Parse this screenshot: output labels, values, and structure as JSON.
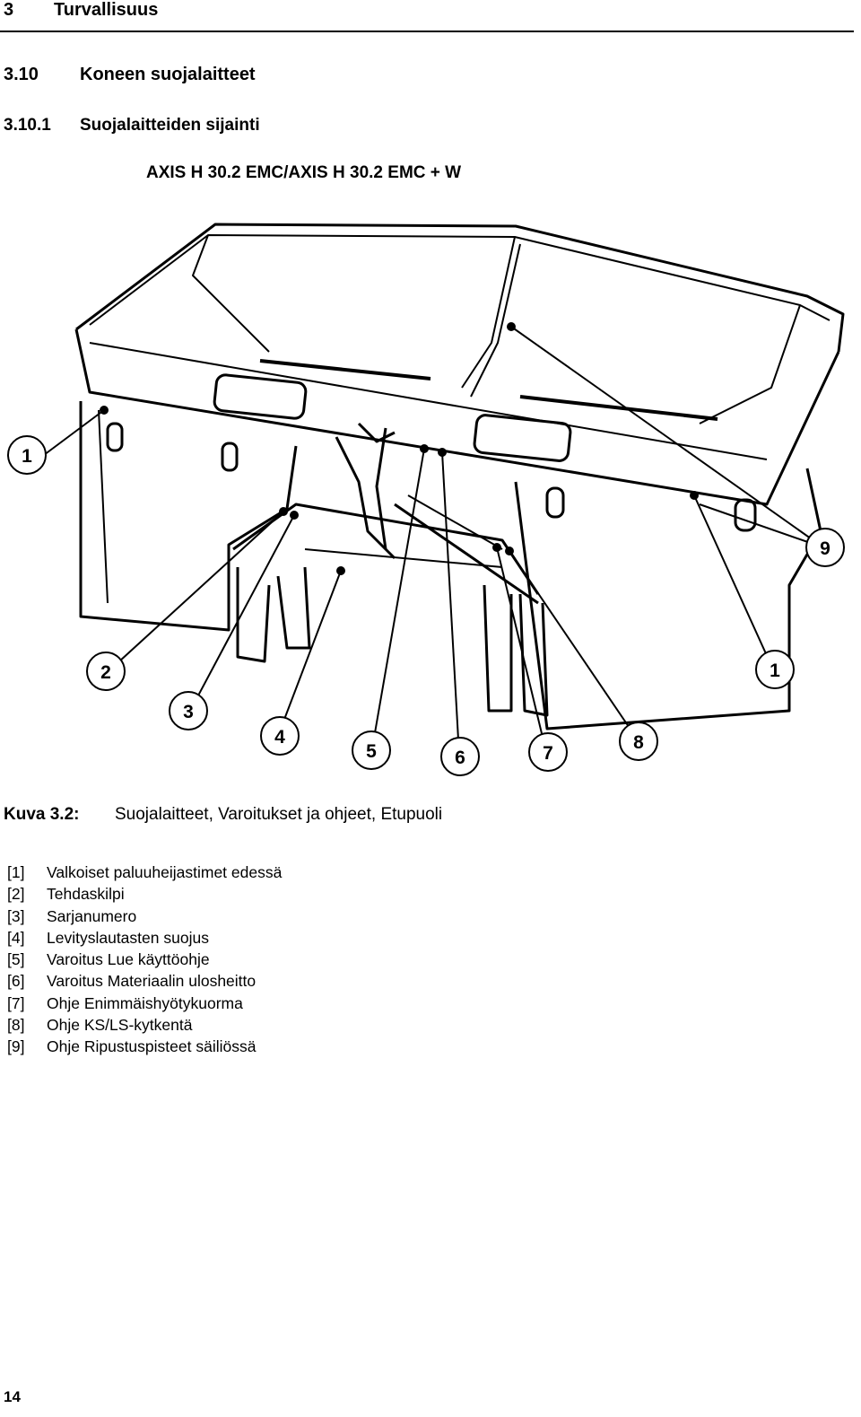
{
  "header": {
    "chapter_number": "3",
    "chapter_title": "Turvallisuus"
  },
  "section": {
    "number": "3.10",
    "title": "Koneen suojalaitteet"
  },
  "subsection": {
    "number": "3.10.1",
    "title": "Suojalaitteiden sijainti"
  },
  "model_label": "AXIS H 30.2 EMC/AXIS H 30.2 EMC + W",
  "figure": {
    "callouts": [
      {
        "label": "1"
      },
      {
        "label": "2"
      },
      {
        "label": "3"
      },
      {
        "label": "4"
      },
      {
        "label": "5"
      },
      {
        "label": "6"
      },
      {
        "label": "7"
      },
      {
        "label": "8"
      },
      {
        "label": "1"
      },
      {
        "label": "9"
      }
    ]
  },
  "caption": {
    "label": "Kuva 3.2:",
    "text": "Suojalaitteet, Varoitukset ja ohjeet, Etupuoli"
  },
  "legend": [
    {
      "key": "[1]",
      "text": "Valkoiset paluuheijastimet edessä"
    },
    {
      "key": "[2]",
      "text": "Tehdaskilpi"
    },
    {
      "key": "[3]",
      "text": "Sarjanumero"
    },
    {
      "key": "[4]",
      "text": "Levityslautasten suojus"
    },
    {
      "key": "[5]",
      "text": "Varoitus Lue käyttöohje"
    },
    {
      "key": "[6]",
      "text": "Varoitus Materiaalin ulosheitto"
    },
    {
      "key": "[7]",
      "text": "Ohje Enimmäishyötykuorma"
    },
    {
      "key": "[8]",
      "text": "Ohje KS/LS-kytkentä"
    },
    {
      "key": "[9]",
      "text": "Ohje Ripustuspisteet säiliössä"
    }
  ],
  "page_number": "14"
}
